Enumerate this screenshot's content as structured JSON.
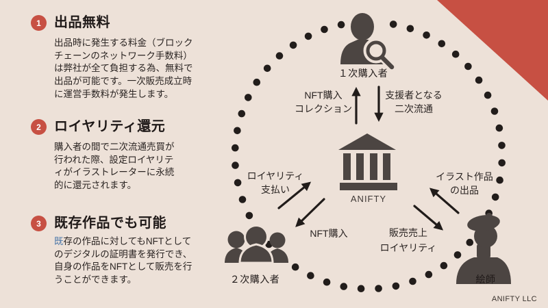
{
  "colors": {
    "background": "#EDE1D8",
    "accent": "#C75043",
    "icon": "#4C4542",
    "dot": "#221D1B",
    "text": "#2A2422",
    "heading": "#1F1918",
    "link_blue": "#4A76A8"
  },
  "sections": [
    {
      "number": "1",
      "title": "出品無料",
      "body": "出品時に発生する料金（ブロック\nチェーンのネットワーク手数料）\nは弊社が全て負担する為、無料で\n出品が可能です。一次販売成立時\nに運営手数料が発生します。"
    },
    {
      "number": "2",
      "title": "ロイヤリティ還元",
      "body": "購入者の間で二次流通売買が\n行われた際、設定ロイヤリテ\nィがイラストレーターに永続\n的に還元されます。"
    },
    {
      "number": "3",
      "title": "既存作品でも可能",
      "body_lead": "既",
      "body": "存の作品に対してもNFTとして\nのデジタルの証明書を発行でき、\n自身の作品をNFTとして販売を行\nうことができます。"
    }
  ],
  "diagram": {
    "actors": {
      "primary_buyer": {
        "label": "１次購入者",
        "icon": "person-with-magnifier-icon"
      },
      "platform": {
        "label": "ANIFTY",
        "icon": "bank-icon"
      },
      "secondary_buyer": {
        "label": "２次購入者",
        "icon": "people-group-icon"
      },
      "illustrator": {
        "label": "絵師",
        "icon": "artist-beret-icon"
      }
    },
    "flows": {
      "nft_purchase_collection": {
        "line1": "NFT購入",
        "line2": "コレクション"
      },
      "supporter_secondary": {
        "line1": "支援者となる",
        "line2": "二次流通"
      },
      "royalty_payment": {
        "line1": "ロイヤリティ",
        "line2": "支払い"
      },
      "nft_purchase": {
        "line1": "NFT購入"
      },
      "sales_royalty": {
        "line1": "販売売上",
        "line2": "ロイヤリティ"
      },
      "artwork_listing": {
        "line1": "イラスト作品",
        "line2": "の出品"
      }
    }
  },
  "footer": {
    "brand": "ANIFTY LLC"
  }
}
